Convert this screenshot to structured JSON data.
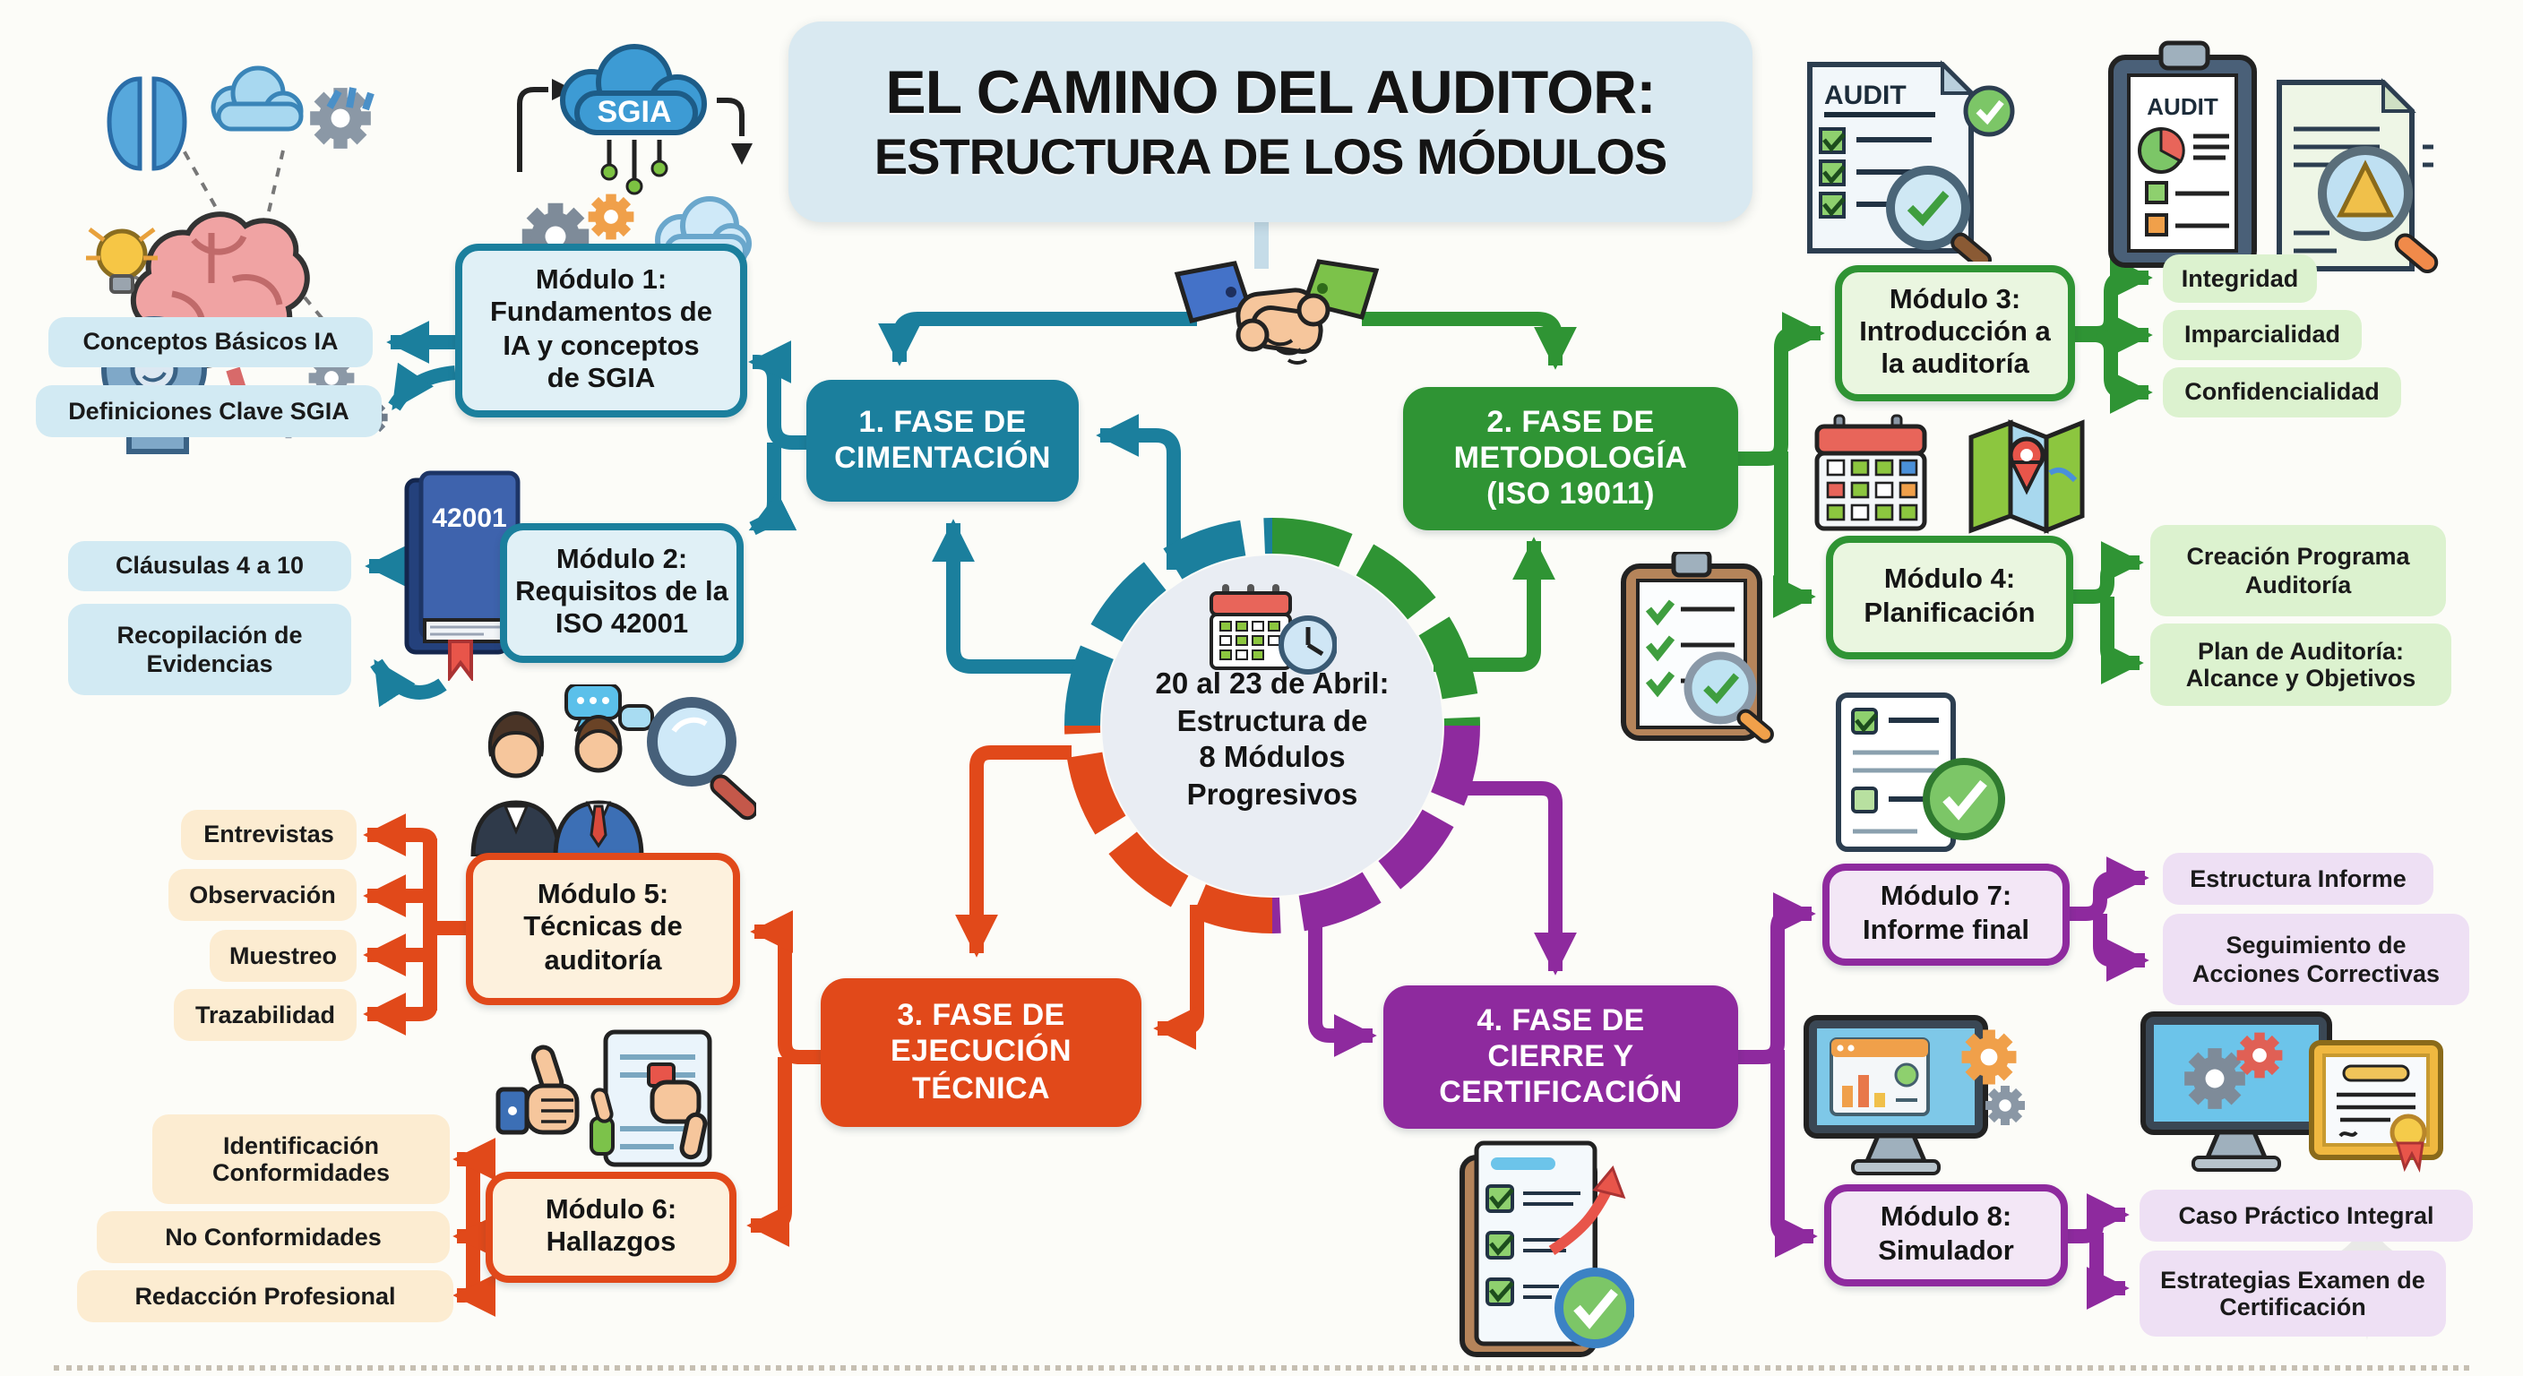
{
  "colors": {
    "phase1": "#1b7f9d",
    "phase2": "#2f9434",
    "phase3": "#e1491a",
    "phase4": "#8e2a9e",
    "mod_blue_fill": "#e0f0f6",
    "mod_green_fill": "#eaf6e0",
    "mod_orange_fill": "#fdf1dd",
    "mod_purple_fill": "#f3e7f6",
    "lbl_blue": "#d2eaf3",
    "lbl_green": "#dcf2cf",
    "lbl_orange": "#fcecd1",
    "lbl_purple": "#eee0f4",
    "title_bg": "#d9e9f1",
    "circle_fill": "#e9edf3"
  },
  "title": {
    "line1": "EL CAMINO DEL AUDITOR:",
    "line2": "ESTRUCTURA DE LOS MÓDULOS"
  },
  "center_circle": {
    "lines": [
      "20 al 23 de Abril:",
      "Estructura de",
      "8 Módulos",
      "Progresivos"
    ]
  },
  "phases": [
    {
      "lines": [
        "1. FASE DE",
        "CIMENTACIÓN"
      ]
    },
    {
      "lines": [
        "2. FASE DE",
        "METODOLOGÍA",
        "(ISO 19011)"
      ]
    },
    {
      "lines": [
        "3. FASE DE",
        "EJECUCIÓN",
        "TÉCNICA"
      ]
    },
    {
      "lines": [
        "4. FASE DE",
        "CIERRE Y",
        "CERTIFICACIÓN"
      ]
    }
  ],
  "modules": [
    {
      "lines": [
        "Módulo 1:",
        "Fundamentos de",
        "IA y conceptos",
        "de SGIA"
      ]
    },
    {
      "lines": [
        "Módulo 2:",
        "Requisitos de la",
        "ISO 42001"
      ]
    },
    {
      "lines": [
        "Módulo 3:",
        "Introducción a",
        "la auditoría"
      ]
    },
    {
      "lines": [
        "Módulo 4:",
        "Planificación"
      ]
    },
    {
      "lines": [
        "Módulo 5:",
        "Técnicas de",
        "auditoría"
      ]
    },
    {
      "lines": [
        "Módulo 6:",
        "Hallazgos"
      ]
    },
    {
      "lines": [
        "Módulo 7:",
        "Informe final"
      ]
    },
    {
      "lines": [
        "Módulo 8:",
        "Simulador"
      ]
    }
  ],
  "topic_labels": {
    "module1": [
      "Conceptos Básicos IA",
      "Definiciones Clave SGIA"
    ],
    "module2": [
      "Cláusulas 4 a 10",
      "Recopilación de Evidencias"
    ],
    "module3": [
      "Integridad",
      "Imparcialidad",
      "Confidencialidad"
    ],
    "module4": [
      "Creación Programa Auditoría",
      "Plan de Auditoría: Alcance y Objetivos"
    ],
    "module5": [
      "Entrevistas",
      "Observación",
      "Muestreo",
      "Trazabilidad"
    ],
    "module6": [
      "Identificación Conformidades",
      "No Conformidades",
      "Redacción Profesional"
    ],
    "module7": [
      "Estructura Informe",
      "Seguimiento de Acciones Correctivas"
    ],
    "module8": [
      "Caso Práctico Integral",
      "Estrategias Examen de Certificación"
    ]
  },
  "icon_texts": {
    "sgia": "SGIA",
    "book": "42001",
    "audit1": "AUDIT",
    "audit2": "AUDIT"
  },
  "icon_names": [
    "ai-brain-network-icon",
    "sgia-cloud-icon",
    "handshake-icon",
    "book-42001-icon",
    "audit-checklist-icon",
    "audit-clipboard-icon",
    "doc-triangle-magnifier-icon",
    "calendar-icon",
    "map-icon",
    "clipboard-check-magnifier-icon",
    "calendar-clock-icon",
    "auditors-people-icon",
    "thumbs-findings-icon",
    "report-check-icon",
    "clipboard-arrow-icon",
    "monitor-dashboard-gear-icon",
    "monitor-certificate-icon",
    "sparkle-watermark-icon"
  ]
}
